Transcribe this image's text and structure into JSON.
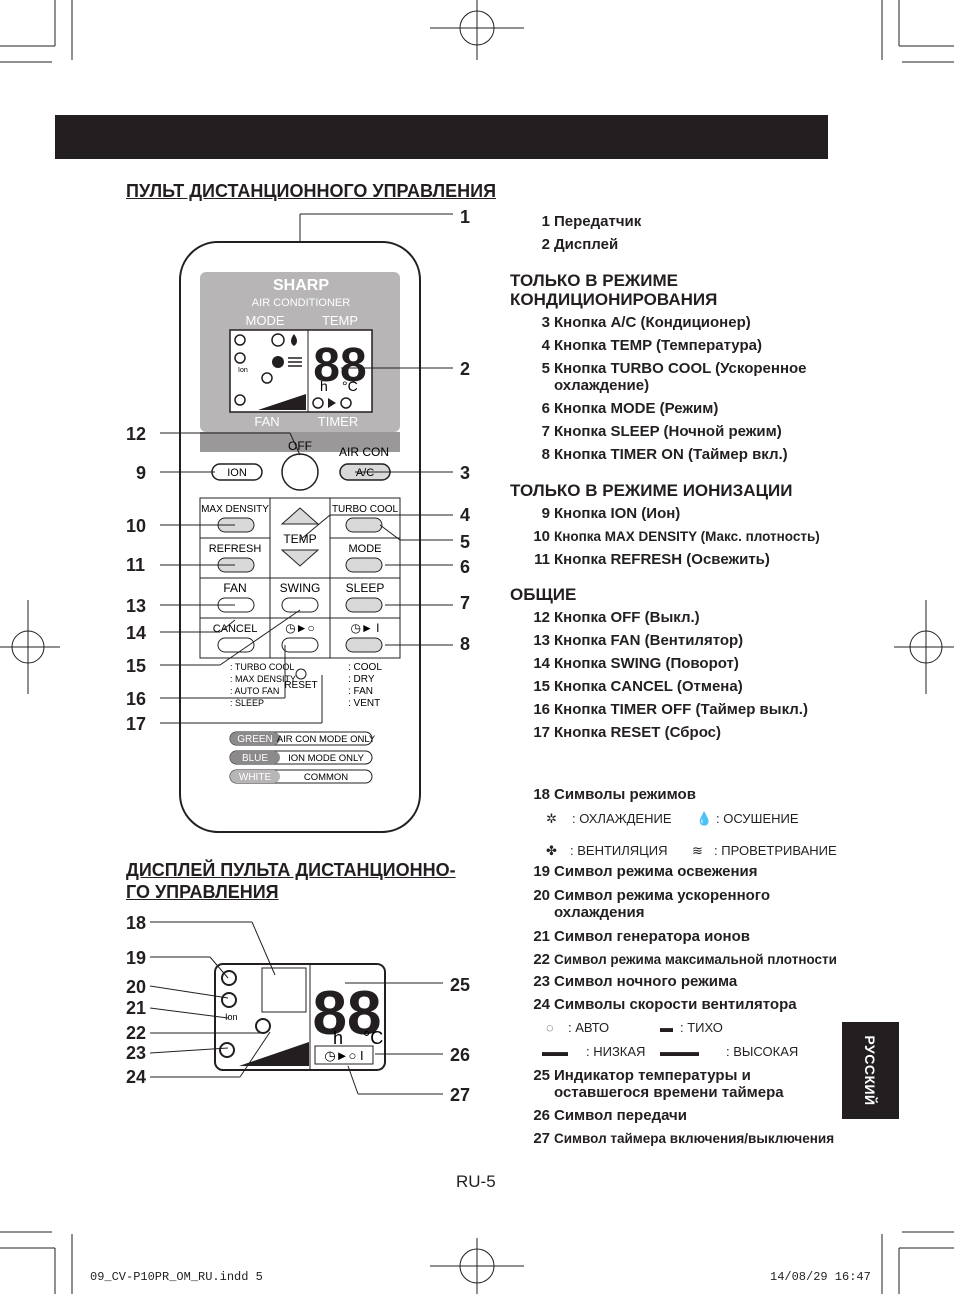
{
  "section_titles": {
    "remote": "ПУЛЬТ ДИСТАНЦИОННОГО УПРАВЛЕНИЯ",
    "display_line1": "ДИСПЛЕЙ ПУЛЬТА ДИСТАНЦИОННО-",
    "display_line2": "ГО УПРАВЛЕНИЯ"
  },
  "remote": {
    "brand": "SHARP",
    "subtitle": "AIR CONDITIONER",
    "mode": "MODE",
    "temp": "TEMP",
    "fan": "FAN",
    "timer": "TIMER",
    "digits": "88",
    "h": "h",
    "deg_c": "°C",
    "ion_small": "Ion",
    "buttons": {
      "off": "OFF",
      "aircon": "AIR CON",
      "ion": "ION",
      "ac": "A/C",
      "max_density": "MAX DENSITY",
      "turbo_cool": "TURBO COOL",
      "refresh": "REFRESH",
      "temp": "TEMP",
      "mode": "MODE",
      "fan": "FAN",
      "swing": "SWING",
      "sleep": "SLEEP",
      "cancel": "CANCEL",
      "reset": "RESET"
    },
    "legend_left": [
      ": TURBO COOL",
      ": MAX DENSITY",
      ": AUTO FAN",
      ": SLEEP"
    ],
    "legend_right": [
      ": COOL",
      ": DRY",
      ": FAN",
      ": VENT"
    ],
    "color_key": [
      {
        "color": "GREEN",
        "label": "AIR CON MODE ONLY"
      },
      {
        "color": "BLUE",
        "label": "ION MODE ONLY"
      },
      {
        "color": "WHITE",
        "label": "COMMON"
      }
    ]
  },
  "callouts_remote_left": [
    "12",
    "9",
    "10",
    "11",
    "13",
    "14",
    "15",
    "16",
    "17"
  ],
  "callouts_remote_right": [
    "1",
    "2",
    "3",
    "4",
    "5",
    "6",
    "7",
    "8"
  ],
  "callouts_display_left": [
    "18",
    "19",
    "20",
    "21",
    "22",
    "23",
    "24"
  ],
  "callouts_display_right": [
    "25",
    "26",
    "27"
  ],
  "list_top": [
    {
      "n": "1",
      "t": "Передатчик"
    },
    {
      "n": "2",
      "t": "Дисплей"
    }
  ],
  "heading_aircon_1": "ТОЛЬКО В РЕЖИМЕ",
  "heading_aircon_2": "КОНДИЦИОНИРОВАНИЯ",
  "list_aircon": [
    {
      "n": "3",
      "t": "Кнопка A/C (Кондиционер)"
    },
    {
      "n": "4",
      "t": "Кнопка TEMP (Температура)"
    },
    {
      "n": "5",
      "t": "Кнопка TURBO COOL (Ускоренное",
      "t2": "охлаждение)"
    },
    {
      "n": "6",
      "t": "Кнопка MODE (Режим)"
    },
    {
      "n": "7",
      "t": "Кнопка SLEEP (Ночной режим)"
    },
    {
      "n": "8",
      "t": "Кнопка TIMER ON (Таймер вкл.)"
    }
  ],
  "heading_ion": "ТОЛЬКО В РЕЖИМЕ ИОНИЗАЦИИ",
  "list_ion": [
    {
      "n": "9",
      "t": "Кнопка ION (Ион)"
    },
    {
      "n": "10",
      "t": "Кнопка MAX DENSITY (Макс. плотность)"
    },
    {
      "n": "11",
      "t": "Кнопка REFRESH (Освежить)"
    }
  ],
  "heading_common": "ОБЩИЕ",
  "list_common": [
    {
      "n": "12",
      "t": "Кнопка OFF (Выкл.)"
    },
    {
      "n": "13",
      "t": "Кнопка FAN (Вентилятор)"
    },
    {
      "n": "14",
      "t": "Кнопка SWING (Поворот)"
    },
    {
      "n": "15",
      "t": "Кнопка CANCEL (Отмена)"
    },
    {
      "n": "16",
      "t": "Кнопка TIMER OFF (Таймер выкл.)"
    },
    {
      "n": "17",
      "t": "Кнопка RESET (Сброс)"
    }
  ],
  "list_display": [
    {
      "n": "18",
      "t": "Символы режимов"
    },
    {
      "n": "19",
      "t": "Символ режима освежения"
    },
    {
      "n": "20",
      "t": "Символ режима ускоренного",
      "t2": "охлаждения"
    },
    {
      "n": "21",
      "t": "Символ генератора ионов"
    },
    {
      "n": "22",
      "t": "Символ режима максимальной плотности"
    },
    {
      "n": "23",
      "t": "Символ ночного режима"
    },
    {
      "n": "24",
      "t": "Символы скорости вентилятора"
    },
    {
      "n": "25",
      "t": "Индикатор температуры и",
      "t2": "оставшегося времени таймера"
    },
    {
      "n": "26",
      "t": "Символ передачи"
    },
    {
      "n": "27",
      "t": "Символ таймера включения/выключения"
    }
  ],
  "mode_symbols": {
    "cool": ": ОХЛАЖДЕНИЕ",
    "dry": ": ОСУШЕНИЕ",
    "fan": ": ВЕНТИЛЯЦИЯ",
    "vent": ": ПРОВЕТРИВАНИЕ"
  },
  "fan_symbols": {
    "auto": ": АВТО",
    "quiet": ": ТИХО",
    "low": ": НИЗКАЯ",
    "high": ": ВЫСОКАЯ"
  },
  "side_tab": "РУССКИЙ",
  "page_number": "RU-5",
  "footer_left": "09_CV-P10PR_OM_RU.indd  5",
  "footer_right": "14/08/29  16:47"
}
